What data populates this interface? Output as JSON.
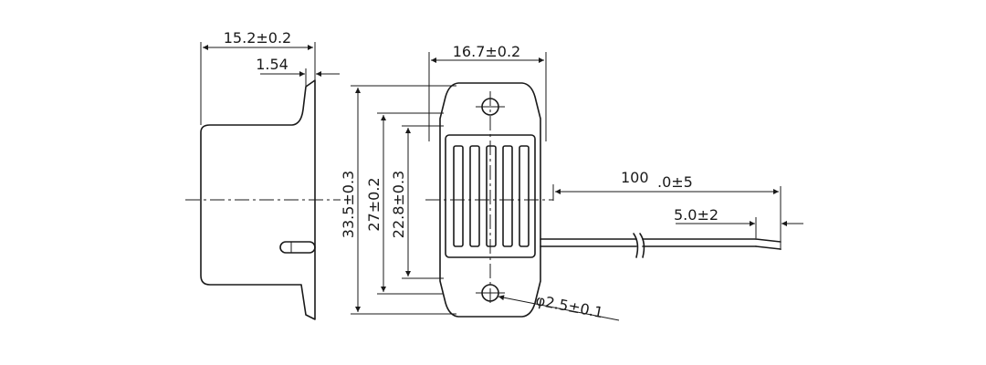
{
  "dimensions": {
    "side_width": "15.2±0.2",
    "flange_thickness": "1.54",
    "front_width": "16.7±0.2",
    "overall_height": "33.5±0.3",
    "body_height": "27±0.2",
    "grille_height": "22.8±0.3",
    "wire_length_main": "100",
    "wire_length_tol": ".0±5",
    "strip_length": "5.0±2",
    "hole_diameter": "φ2.5±0.1"
  }
}
